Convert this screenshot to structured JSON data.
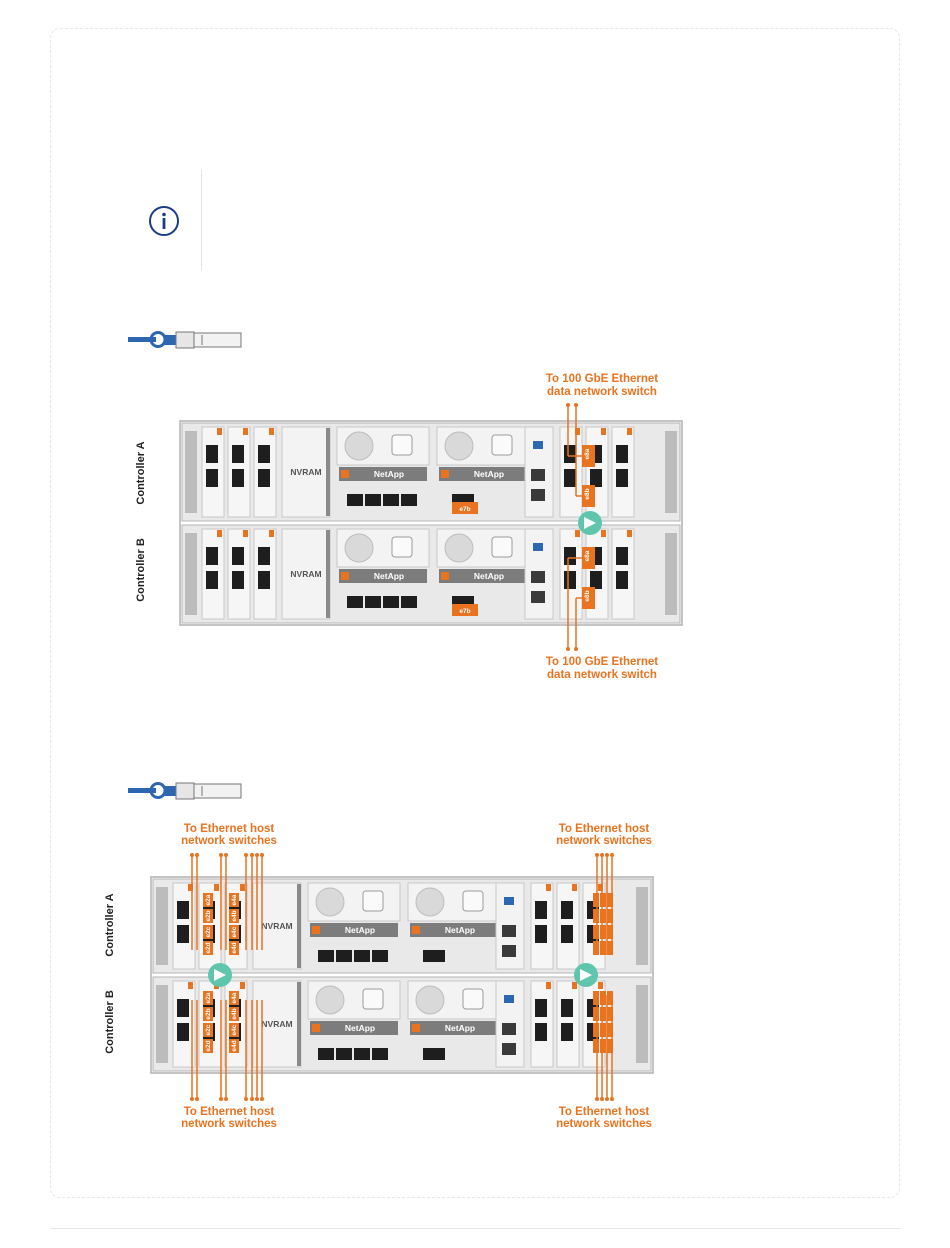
{
  "page": {
    "title": ""
  },
  "note": {
    "icon": "info-icon",
    "text": ""
  },
  "colors": {
    "accent": "#e9731f",
    "chassis": "#cfcfcf",
    "cable": "#2e67b1",
    "switch": "#5fc6ad"
  },
  "diagram1": {
    "cable_icon": "sfp-cable-icon",
    "controller_a": "Controller A",
    "controller_b": "Controller B",
    "top_callout": [
      "To 100 GbE Ethernet",
      "data network switch"
    ],
    "bottom_callout": [
      "To 100 GbE Ethernet",
      "data network switch"
    ],
    "module_label": "NVRAM",
    "brand": "NetApp",
    "slot_label": "e7b",
    "port_labels": [
      "e8a",
      "e8b"
    ]
  },
  "diagram2": {
    "cable_icon": "sfp-cable-icon",
    "controller_a": "Controller A",
    "controller_b": "Controller B",
    "callouts": {
      "top_left": [
        "To Ethernet host",
        "network switches"
      ],
      "top_right": [
        "To Ethernet host",
        "network switches"
      ],
      "bottom_left": [
        "To Ethernet host",
        "network switches"
      ],
      "bottom_right": [
        "To Ethernet host",
        "network switches"
      ]
    },
    "module_label": "NVRAM",
    "brand": "NetApp",
    "port_labels": [
      "e2a",
      "e2b",
      "e2c",
      "e2d",
      "e4a",
      "e4b",
      "e4c",
      "e4d"
    ]
  }
}
